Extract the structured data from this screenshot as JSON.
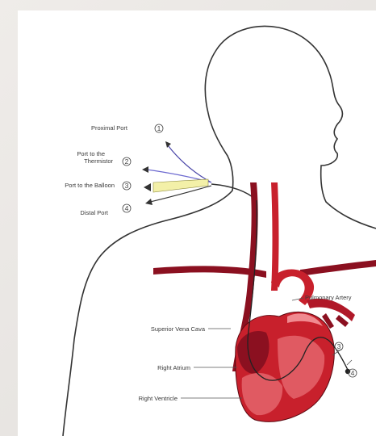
{
  "labels": {
    "proximal_port": "Proximal Port",
    "port_thermistor_line1": "Port to the",
    "port_thermistor_line2": "Thermistor",
    "port_balloon": "Port to the Balloon",
    "distal_port": "Distal Port",
    "pulmonary_artery": "Pulmonary Artery",
    "superior_vena_cava": "Superior Vena Cava",
    "right_atrium": "Right Atrium",
    "right_ventricle": "Right Ventricle"
  },
  "numbers": {
    "n1": "1",
    "n2": "2",
    "n3": "3",
    "n4": "4",
    "tip_3": "3",
    "tip_4": "4"
  },
  "colors": {
    "outline": "#333333",
    "blood_dark": "#8b1020",
    "blood": "#c8202c",
    "blood_light": "#e05a62",
    "balloon_port": "#f3f0a8",
    "thermistor_line": "#6d6ad0"
  }
}
